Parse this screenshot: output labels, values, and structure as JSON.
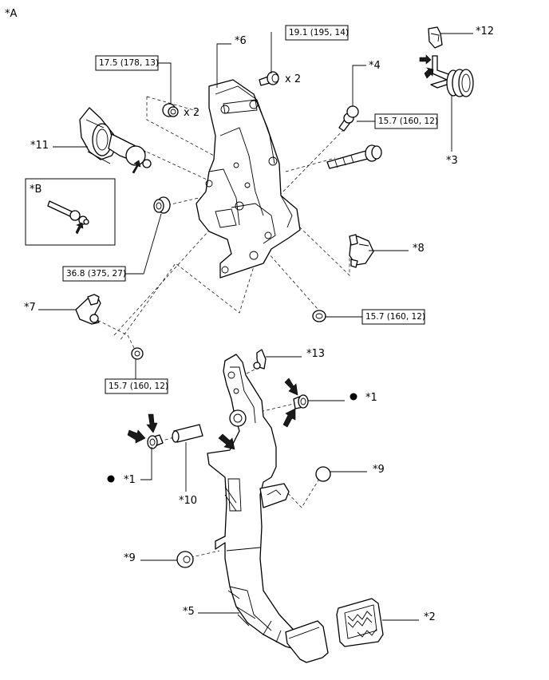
{
  "view_label": "*A",
  "inset_label": "*B",
  "callouts": {
    "c1a": "*1",
    "c1b": "*1",
    "c2": "*2",
    "c3": "*3",
    "c4": "*4",
    "c5": "*5",
    "c6": "*6",
    "c7": "*7",
    "c8": "*8",
    "c9a": "*9",
    "c9b": "*9",
    "c10": "*10",
    "c11": "*11",
    "c12": "*12",
    "c13": "*13"
  },
  "torques": {
    "t_nut_top": "17.5 (178, 13)",
    "t_bolt_top": "19.1 (195, 14)",
    "t_bolt4": "15.7 (160, 12)",
    "t_nut_left": "36.8 (375, 27)",
    "t_nut_right": "15.7 (160, 12)",
    "t_nut_low": "15.7 (160, 12)"
  },
  "qty": {
    "q_nut": "x 2",
    "q_bolt": "x 2"
  }
}
